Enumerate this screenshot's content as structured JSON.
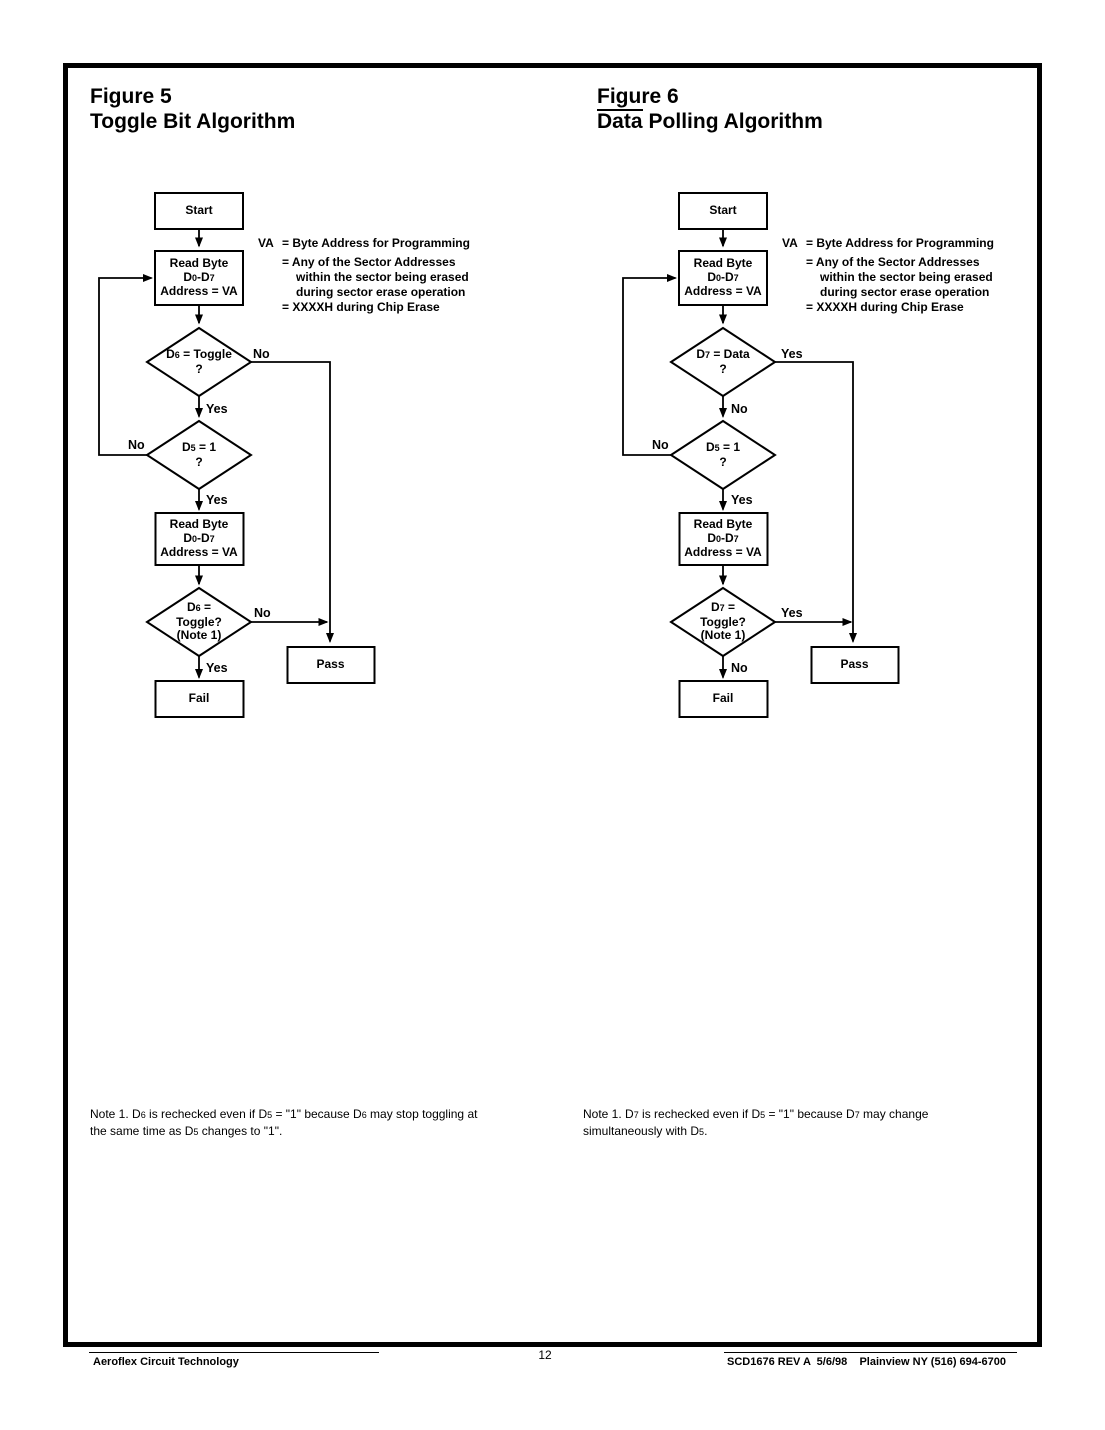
{
  "fig5": {
    "title1": "Figure 5",
    "title2": "Toggle Bit Algorithm",
    "start": "Start",
    "read1": [
      "Read Byte",
      "D0-D7",
      "Address = VA"
    ],
    "d1": [
      "D6 = Toggle",
      "?"
    ],
    "d1_no": "No",
    "d1_yes": "Yes",
    "d2": [
      "D5 = 1",
      "?"
    ],
    "d2_no": "No",
    "d2_yes": "Yes",
    "read2": [
      "Read Byte",
      "D0-D7",
      "Address = VA"
    ],
    "d3": [
      "D6 =",
      "Toggle?",
      "(Note 1)"
    ],
    "d3_no": "No",
    "d3_yes": "Yes",
    "pass": "Pass",
    "fail": "Fail",
    "note_line1": "Note 1. D6 is rechecked even if D5 = \"1\" because D6 may stop toggling at",
    "note_line2": "the same time as D5 changes to \"1\"."
  },
  "fig6": {
    "title1": "Figure 6",
    "title2_overlined": "Data",
    "title2_rest": "Polling Algorithm",
    "start": "Start",
    "read1": [
      "Read Byte",
      "D0-D7",
      "Address = VA"
    ],
    "d1": [
      "D7 = Data",
      "?"
    ],
    "d1_yes": "Yes",
    "d1_no": "No",
    "d2": [
      "D5 = 1",
      "?"
    ],
    "d2_no": "No",
    "d2_yes": "Yes",
    "read2": [
      "Read Byte",
      "D0-D7",
      "Address = VA"
    ],
    "d3": [
      "D7 =",
      "Toggle?",
      "(Note 1)"
    ],
    "d3_yes": "Yes",
    "d3_no": "No",
    "pass": "Pass",
    "fail": "Fail",
    "note_line1": "Note 1. D7 is rechecked even if D5 = \"1\" because D7 may change",
    "note_line2": "simultaneously with D5."
  },
  "va_legend": {
    "label": "VA",
    "lines": [
      "= Byte Address for Programming",
      "= Any of the Sector Addresses",
      "within the sector being erased",
      "during sector erase operation",
      "= XXXXH during Chip Erase"
    ]
  },
  "footer": {
    "left": "Aeroflex Circuit Technology",
    "page_number": "12",
    "right": "SCD1676 REV A  5/6/98    Plainview NY (516) 694-6700"
  }
}
